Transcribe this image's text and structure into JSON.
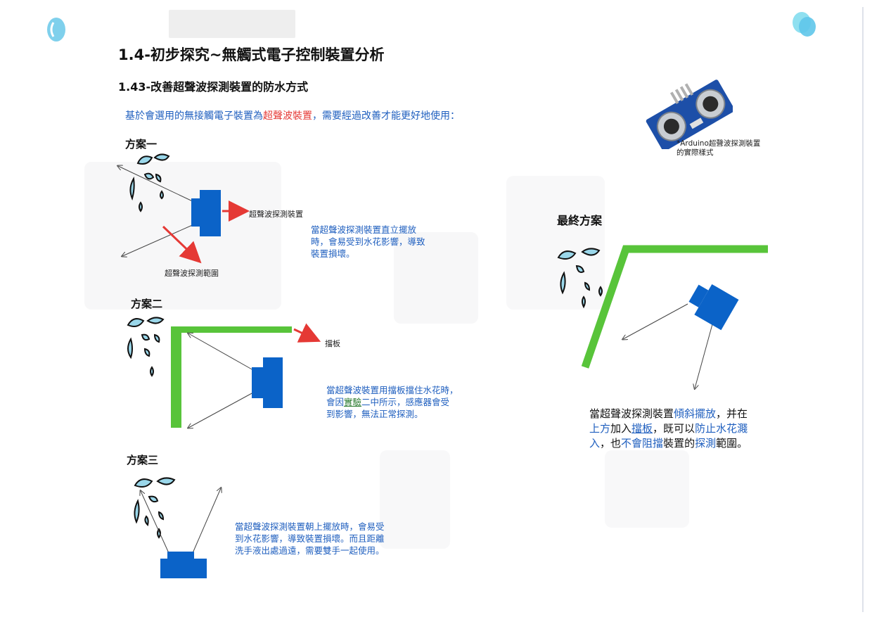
{
  "header": {
    "title": "1.4-初步探究~無觸式電子控制裝置分析",
    "subtitle": "1.43-改善超聲波探測裝置的防水方式"
  },
  "intro": {
    "prefix": "基於會選用的無接觸電子裝置為",
    "highlight": "超聲波裝置",
    "suffix": "，需要經過改善才能更好地使用："
  },
  "photo": {
    "caption_line1": "*Arduino超聲波探測裝置",
    "caption_line2": "的實際樣式"
  },
  "plan1": {
    "heading": "方案一",
    "device_label": "超聲波探測裝置",
    "range_label": "超聲波探測範圍",
    "desc_line1": "當超聲波探測裝置直立擺放",
    "desc_line2": "時，會易受到水花影響，導致",
    "desc_line3": "裝置損壞。"
  },
  "plan2": {
    "heading": "方案二",
    "board_label": "擋板",
    "desc_line1": "當超聲波裝置用擋板擋住水花時，",
    "desc_line2_a": "會因",
    "desc_line2_ul": "實驗",
    "desc_line2_b": "二中所示，感應器會受",
    "desc_line3": "到影響，無法正常探測。"
  },
  "plan3": {
    "heading": "方案三",
    "desc_line1": "當超聲波探測裝置朝上擺放時，會易受",
    "desc_line2": "到水花影響，導致裝置損壞。而且距離",
    "desc_line3": "洗手液出處過遠，需要雙手一起使用。"
  },
  "final": {
    "heading": "最終方案",
    "l1_a": "當超聲波探測裝置",
    "l1_b": "傾斜擺放",
    "l1_c": "，并在",
    "l2_a": "上方",
    "l2_b": "加入",
    "l2_c": "擋板",
    "l2_d": "，既可以",
    "l2_e": "防止水花濺",
    "l3_a": "入",
    "l3_b": "，也",
    "l3_c": "不會",
    "l3_d": "阻擋",
    "l3_e": "裝置的",
    "l3_f": "探測",
    "l3_g": "範圍。"
  },
  "colors": {
    "device": "#0b63c8",
    "board": "#58c43a",
    "arrow_red": "#e53935",
    "text_blue": "#1f5fbf",
    "drop_fill": "#9ad7ea"
  },
  "icons": [
    "water-drops-icon",
    "ultrasonic-sensor-icon",
    "logo-drop-icon"
  ]
}
